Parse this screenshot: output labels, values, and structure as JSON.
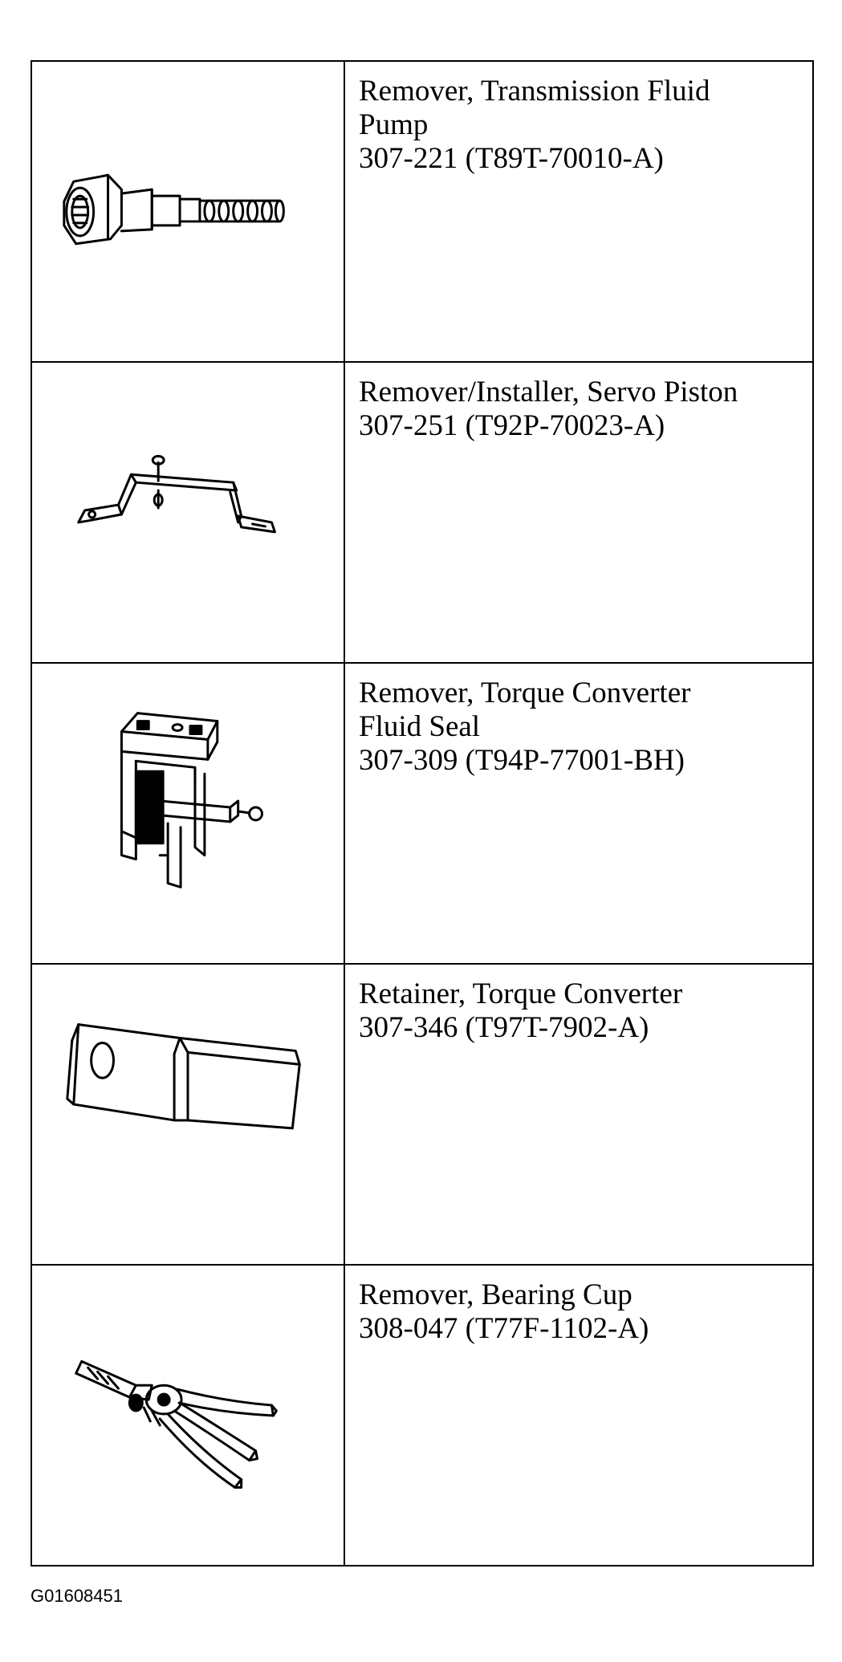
{
  "tools": [
    {
      "icon": "fluid-pump-remover-icon",
      "name_lines": [
        "Remover, Transmission Fluid",
        "Pump"
      ],
      "part_number": "307-221 (T89T-70010-A)"
    },
    {
      "icon": "servo-piston-bracket-icon",
      "name_lines": [
        "Remover/Installer, Servo Piston"
      ],
      "part_number": "307-251 (T92P-70023-A)"
    },
    {
      "icon": "seal-remover-clamp-icon",
      "name_lines": [
        "Remover, Torque Converter",
        "Fluid Seal"
      ],
      "part_number": "307-309 (T94P-77001-BH)"
    },
    {
      "icon": "retainer-strap-icon",
      "name_lines": [
        "Retainer, Torque Converter"
      ],
      "part_number": "307-346 (T97T-7902-A)"
    },
    {
      "icon": "bearing-cup-puller-icon",
      "name_lines": [
        "Remover, Bearing Cup"
      ],
      "part_number": "308-047 (T77F-1102-A)"
    }
  ],
  "figure_id": "G01608451"
}
